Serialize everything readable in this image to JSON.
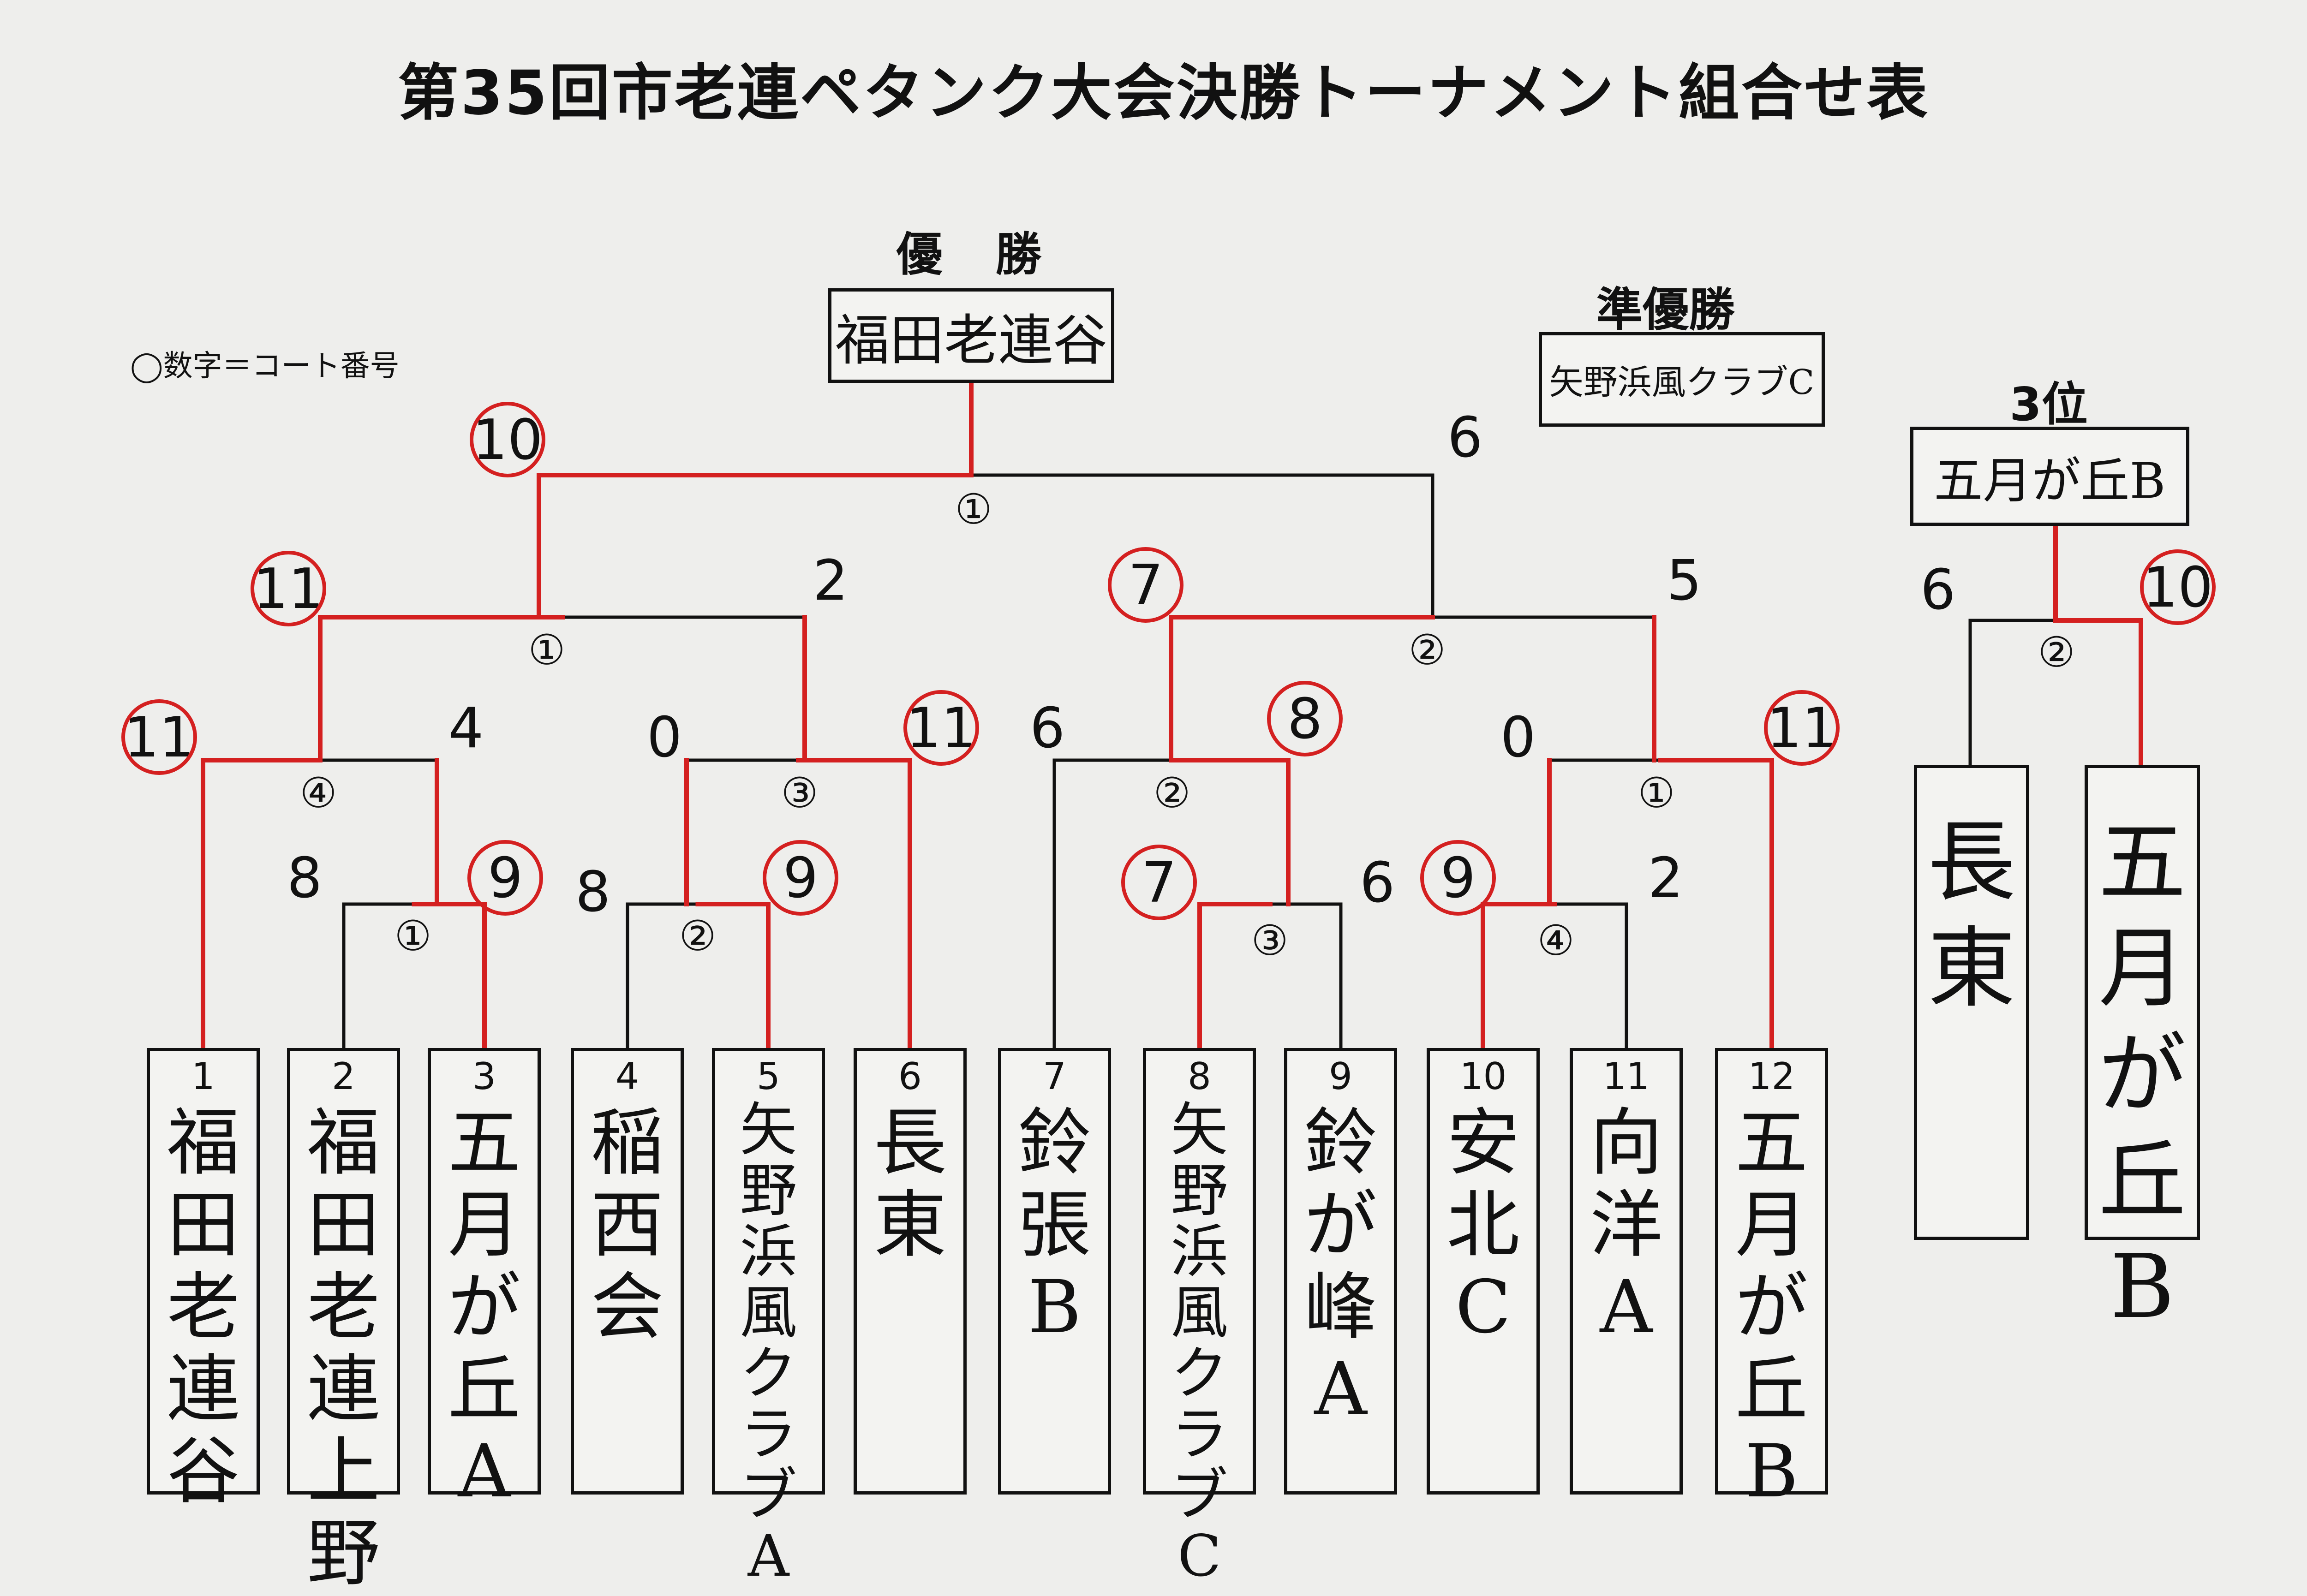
{
  "title": "第35回市老連ペタンク大会決勝トーナメント組合せ表",
  "legend": "◯数字＝コート番号",
  "results": {
    "champion": {
      "label": "優 勝",
      "team": "福田老連谷"
    },
    "runner_up": {
      "label": "準優勝",
      "team": "矢野浜風クラブC"
    },
    "third": {
      "label": "3位",
      "team": "五月が丘B"
    }
  },
  "teams": [
    {
      "num": "1",
      "name": "福田老連谷"
    },
    {
      "num": "2",
      "name": "福田老連上野"
    },
    {
      "num": "3",
      "name": "五月が丘A"
    },
    {
      "num": "4",
      "name": "稲西会"
    },
    {
      "num": "5",
      "name": "矢野浜風クラブA"
    },
    {
      "num": "6",
      "name": "長東"
    },
    {
      "num": "7",
      "name": "鈴張B"
    },
    {
      "num": "8",
      "name": "矢野浜風クラブC"
    },
    {
      "num": "9",
      "name": "鈴が峰A"
    },
    {
      "num": "10",
      "name": "安北C"
    },
    {
      "num": "11",
      "name": "向洋A"
    },
    {
      "num": "12",
      "name": "五月が丘B"
    }
  ],
  "third_place_match": [
    {
      "name": "長東"
    },
    {
      "name": "五月が丘B"
    }
  ],
  "matches": [
    {
      "id": "m1",
      "court": "①",
      "scores": [
        "8",
        "9"
      ],
      "winner": 1
    },
    {
      "id": "m2",
      "court": "②",
      "scores": [
        "8",
        "9"
      ],
      "winner": 1
    },
    {
      "id": "m3",
      "court": "③",
      "scores": [
        "7",
        "6"
      ],
      "winner": 0
    },
    {
      "id": "m4",
      "court": "④",
      "scores": [
        "9",
        "2"
      ],
      "winner": 0
    },
    {
      "id": "q1",
      "court": "④",
      "scores": [
        "11",
        "4"
      ],
      "winner": 0
    },
    {
      "id": "q2",
      "court": "③",
      "scores": [
        "0",
        "11"
      ],
      "winner": 1
    },
    {
      "id": "q3",
      "court": "②",
      "scores": [
        "6",
        "8"
      ],
      "winner": 1
    },
    {
      "id": "q4",
      "court": "①",
      "scores": [
        "0",
        "11"
      ],
      "winner": 1
    },
    {
      "id": "s1",
      "court": "①",
      "scores": [
        "11",
        "2"
      ],
      "winner": 0
    },
    {
      "id": "s2",
      "court": "②",
      "scores": [
        "7",
        "5"
      ],
      "winner": 0
    },
    {
      "id": "f",
      "court": "①",
      "scores": [
        "10",
        "6"
      ],
      "winner": 0
    },
    {
      "id": "t3",
      "court": "②",
      "scores": [
        "6",
        "10"
      ],
      "winner": 1
    }
  ],
  "colors": {
    "line": "#111111",
    "winner_line": "#d42020",
    "circle": "#d42020"
  }
}
